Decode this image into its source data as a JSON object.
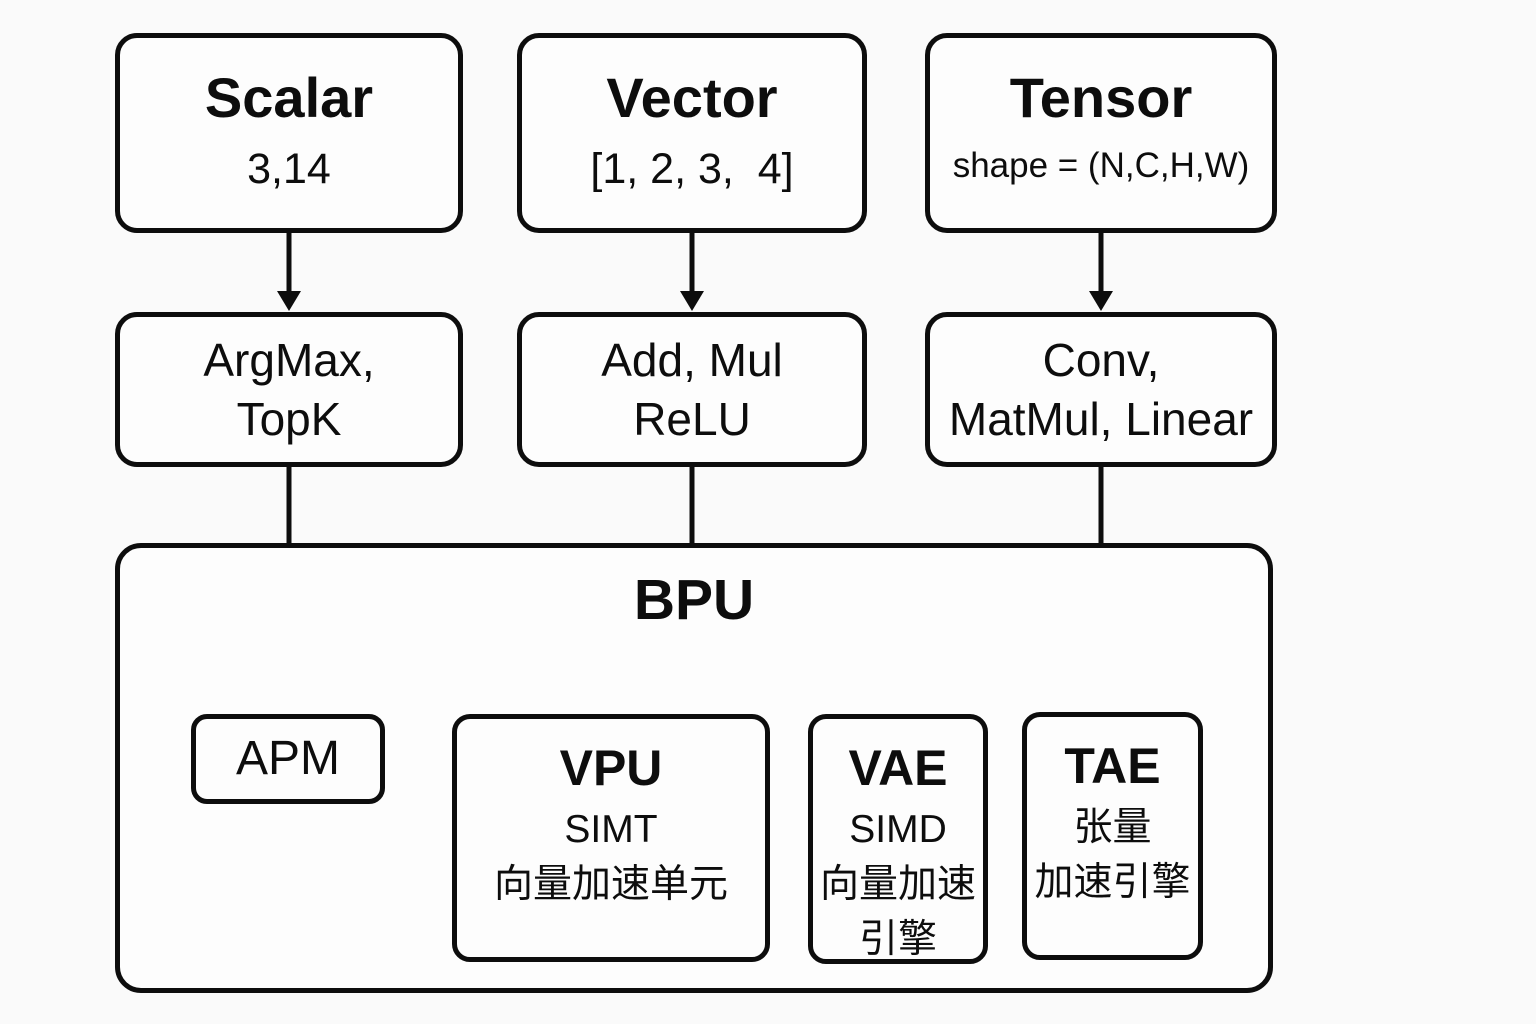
{
  "colors": {
    "background": "#fafafa",
    "box_fill": "#fdfdfd",
    "stroke": "#0d0d0d"
  },
  "row1": [
    {
      "title": "Scalar",
      "subtitle": "3,14"
    },
    {
      "title": "Vector",
      "subtitle": "[1, 2, 3,  4]"
    },
    {
      "title": "Tensor",
      "subtitle": "shape = (N,C,H,W)"
    }
  ],
  "row2": [
    {
      "line1": "ArgMax,",
      "line2": "TopK"
    },
    {
      "line1": "Add, Mul",
      "line2": "ReLU"
    },
    {
      "line1": "Conv,",
      "line2": "MatMul, Linear"
    }
  ],
  "bpu": {
    "label": "BPU",
    "units": [
      {
        "name": "APM",
        "lines": []
      },
      {
        "name": "VPU",
        "lines": [
          "SIMT",
          "向量加速单元"
        ]
      },
      {
        "name": "VAE",
        "lines": [
          "SIMD",
          "向量加速",
          "引擎"
        ]
      },
      {
        "name": "TAE",
        "lines": [
          "张量",
          "加速引擎"
        ]
      }
    ]
  },
  "icons": {
    "arrow_style": "down-arrow-solid-triangle"
  }
}
